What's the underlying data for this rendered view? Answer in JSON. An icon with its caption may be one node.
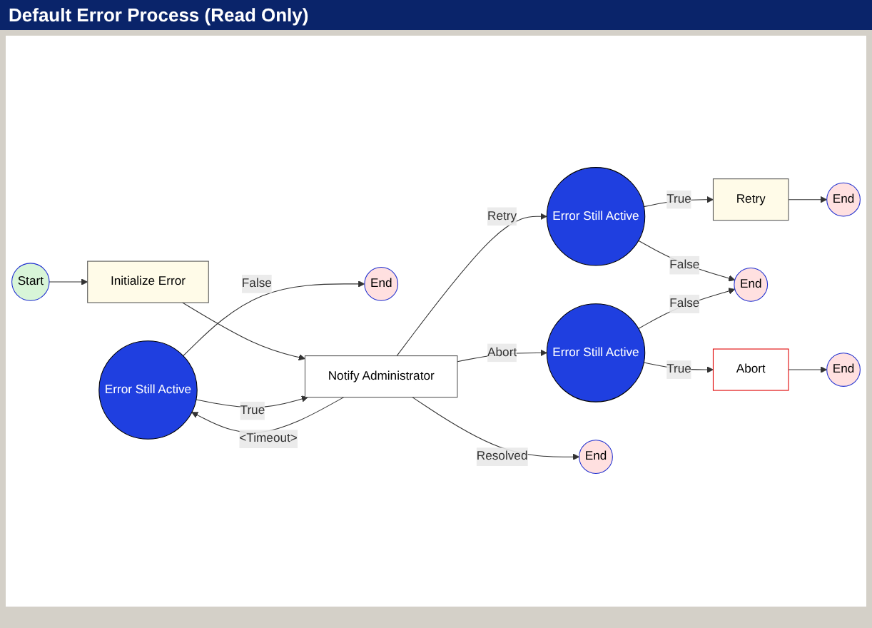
{
  "diagram": {
    "title": "Default Error Process (Read Only)",
    "nodes": [
      {
        "text": [
          "Error Still Active"
        ]
      },
      {
        "text": [
          "End"
        ]
      },
      {
        "text": [
          "Start"
        ]
      },
      {
        "text": [
          "Initialize Error"
        ]
      },
      {
        "text": [
          "Notify Administrator"
        ]
      },
      {
        "text": [
          "Error Still Active"
        ]
      },
      {
        "text": [
          "Retry"
        ]
      },
      {
        "text": [
          "End"
        ]
      },
      {
        "text": [
          "End"
        ]
      },
      {
        "text": [
          "Error Still Active"
        ]
      },
      {
        "text": [
          "Abort"
        ]
      },
      {
        "text": [
          "End"
        ]
      },
      {
        "text": [
          "End"
        ]
      }
    ],
    "edges": [
      {
        "from": 2,
        "to": 3,
        "arrow": "to"
      },
      {
        "from": 3,
        "to": 4,
        "arrow": "to"
      },
      {
        "from": 4,
        "to": 0,
        "arrow": "to",
        "label": "<Timeout>"
      },
      {
        "from": 0,
        "to": 4,
        "arrow": "to",
        "label": "True"
      },
      {
        "from": 0,
        "to": 1,
        "arrow": "to",
        "label": "False"
      },
      {
        "from": 4,
        "to": 5,
        "arrow": "to",
        "label": "Retry"
      },
      {
        "from": 5,
        "to": 6,
        "arrow": "to",
        "label": "True"
      },
      {
        "from": 6,
        "to": 7,
        "arrow": "to"
      },
      {
        "from": 5,
        "to": 8,
        "arrow": "to",
        "label": "False"
      },
      {
        "from": 4,
        "to": 9,
        "arrow": "to",
        "label": "Abort"
      },
      {
        "from": 9,
        "to": 8,
        "arrow": "to",
        "label": "False"
      },
      {
        "from": 9,
        "to": 10,
        "arrow": "to",
        "label": "True"
      },
      {
        "from": 10,
        "to": 11,
        "arrow": "to"
      },
      {
        "from": 4,
        "to": 12,
        "arrow": "to",
        "label": "Resolved"
      }
    ]
  }
}
